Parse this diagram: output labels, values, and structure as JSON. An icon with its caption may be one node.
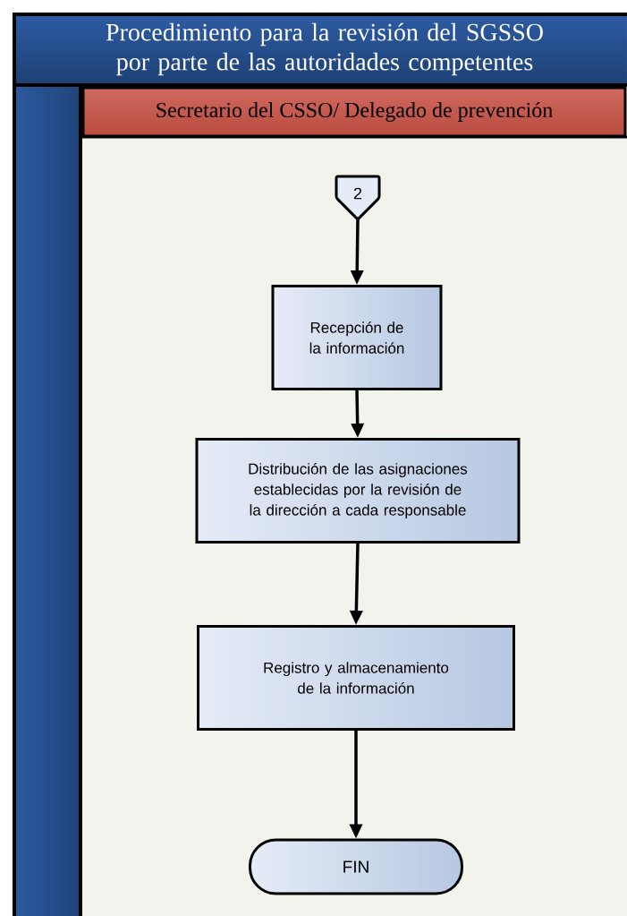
{
  "diagram": {
    "title": "Procedimiento para la revisión del SGSSO por parte de las autoridades competentes",
    "nodes": [
      {
        "text": [
          "Secretario del CSSO/ Delegado de prevención"
        ]
      },
      {
        "text": [
          "2"
        ]
      },
      {
        "text": [
          "Recepción de la información"
        ]
      },
      {
        "text": [
          "Distribución de las asignaciones establecidas por la revisión de la dirección a cada responsable"
        ]
      },
      {
        "text": [
          "Registro y almacenamiento de la información"
        ]
      },
      {
        "text": [
          "FIN"
        ]
      }
    ],
    "edges": [
      {
        "from": 1,
        "to": 2,
        "arrow": "to"
      },
      {
        "from": 2,
        "to": 3,
        "arrow": "to"
      },
      {
        "from": 3,
        "to": 4,
        "arrow": "to"
      },
      {
        "from": 4,
        "to": 5,
        "arrow": "to"
      }
    ]
  }
}
